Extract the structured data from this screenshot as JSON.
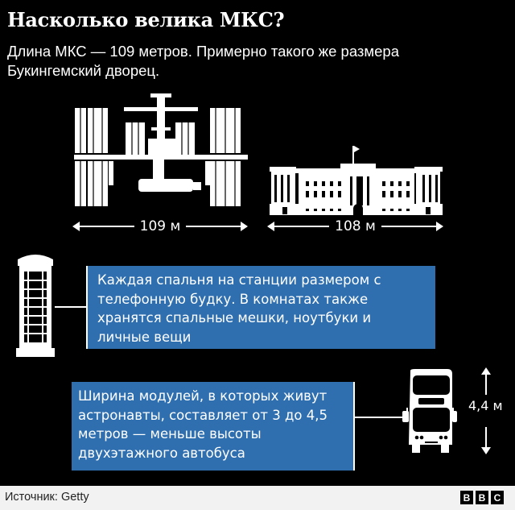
{
  "header": {
    "title": "Насколько велика МКС?",
    "subtitle": "Длина МКС — 109 метров. Примерно такого же размера Букингемский дворец."
  },
  "comparisons": {
    "iss": {
      "icon": "iss-icon",
      "length_label": "109 м"
    },
    "palace": {
      "icon": "buckingham-palace-icon",
      "length_label": "108 м"
    }
  },
  "facts": [
    {
      "icon": "phone-booth-icon",
      "text": "Каждая спальня на станции размером с телефонную будку. В комнатах также хранятся спальные мешки, ноутбуки и личные вещи"
    },
    {
      "icon": "double-decker-bus-icon",
      "text": "Ширина модулей, в которых живут астронавты, составляет от 3 до 4,5 метров — меньше высоты двухэтажного автобуса",
      "height_label": "4,4 м"
    }
  ],
  "colors": {
    "background": "#000000",
    "box_blue": "#2f6fb0",
    "footer_bg": "#f2f2f2"
  },
  "footer": {
    "source": "Источник: Getty",
    "logo_letters": [
      "B",
      "B",
      "C"
    ]
  }
}
